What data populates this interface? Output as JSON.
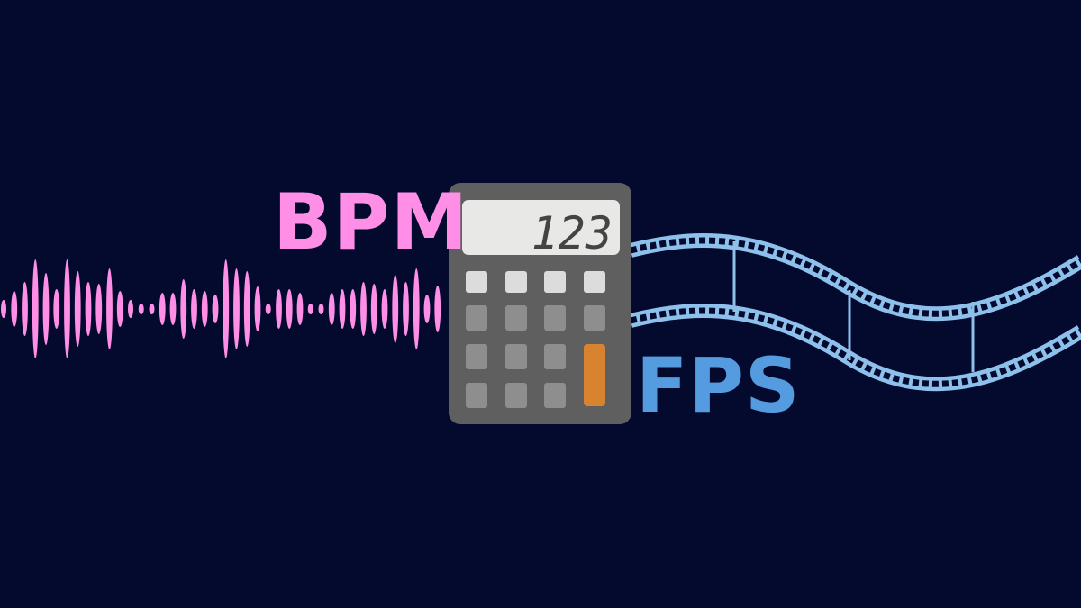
{
  "labels": {
    "bpm": "BPM",
    "fps": "FPS"
  },
  "calculator": {
    "display": "123"
  },
  "colors": {
    "background": "#040a2e",
    "bpm": "#ff8fe6",
    "fps": "#549be0",
    "film": "#8ec0ec",
    "calculator_body": "#5f5f5f",
    "display": "#e8e8e6",
    "key_light": "#dcdcdc",
    "key_gray": "#8e8e8e",
    "key_orange": "#d8832f"
  }
}
